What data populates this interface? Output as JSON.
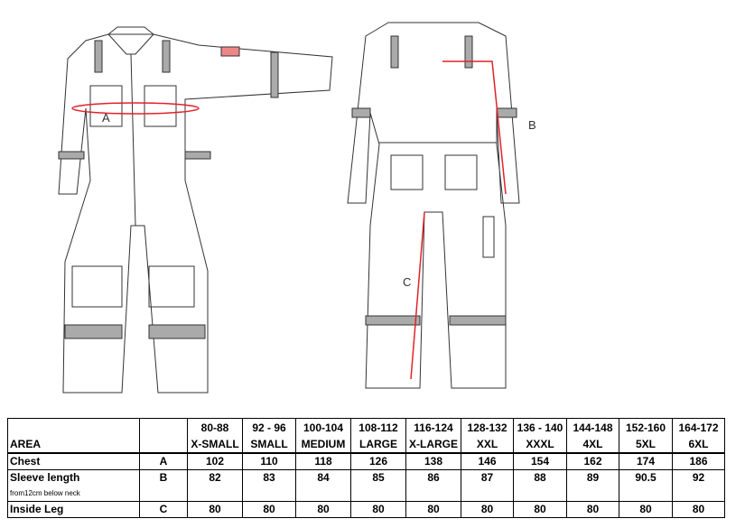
{
  "diagram": {
    "label_a": "A",
    "label_b": "B",
    "label_c": "C",
    "arrow_color": "#e0232a"
  },
  "table": {
    "area_header": "AREA",
    "sizes": [
      {
        "range": "80-88",
        "name": "X-SMALL"
      },
      {
        "range": "92 - 96",
        "name": "SMALL"
      },
      {
        "range": "100-104",
        "name": "MEDIUM"
      },
      {
        "range": "108-112",
        "name": "LARGE"
      },
      {
        "range": "116-124",
        "name": "X-LARGE"
      },
      {
        "range": "128-132",
        "name": "XXL"
      },
      {
        "range": "136 - 140",
        "name": "XXXL"
      },
      {
        "range": "144-148",
        "name": "4XL"
      },
      {
        "range": "152-160",
        "name": "5XL"
      },
      {
        "range": "164-172",
        "name": "6XL"
      }
    ],
    "rows": [
      {
        "label": "Chest",
        "code": "A",
        "values": [
          "102",
          "110",
          "118",
          "126",
          "138",
          "146",
          "154",
          "162",
          "174",
          "186"
        ]
      },
      {
        "label": "Sleeve length",
        "code": "B",
        "note": "from12cm below  neck",
        "values": [
          "82",
          "83",
          "84",
          "85",
          "86",
          "87",
          "88",
          "89",
          "90.5",
          "92"
        ]
      },
      {
        "label": "Inside Leg",
        "code": "C",
        "values": [
          "80",
          "80",
          "80",
          "80",
          "80",
          "80",
          "80",
          "80",
          "80",
          "80"
        ]
      }
    ]
  }
}
